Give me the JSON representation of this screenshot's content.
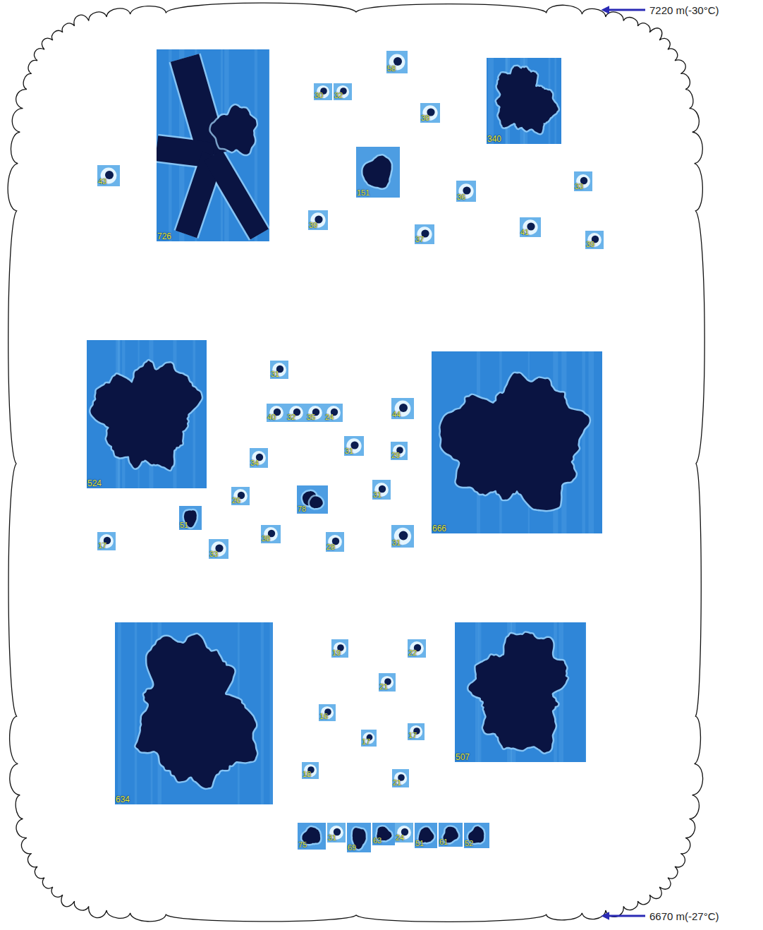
{
  "diagram": {
    "labels": [
      "7220 m(-30°C)",
      "43",
      "726",
      "30",
      "32",
      "58",
      "38",
      "340",
      "151",
      "36",
      "33",
      "39",
      "37",
      "41",
      "39",
      "524",
      "666",
      "31",
      "40",
      "32",
      "35",
      "24",
      "44",
      "31",
      "29",
      "34",
      "26",
      "31",
      "78",
      "51",
      "17",
      "33",
      "38",
      "28",
      "31",
      "634",
      "507",
      "19",
      "22",
      "21",
      "16",
      "17",
      "17",
      "18",
      "21",
      "75",
      "31",
      "69",
      "63",
      "24",
      "51",
      "61",
      "52",
      "6670 m(-27°C)"
    ]
  }
}
